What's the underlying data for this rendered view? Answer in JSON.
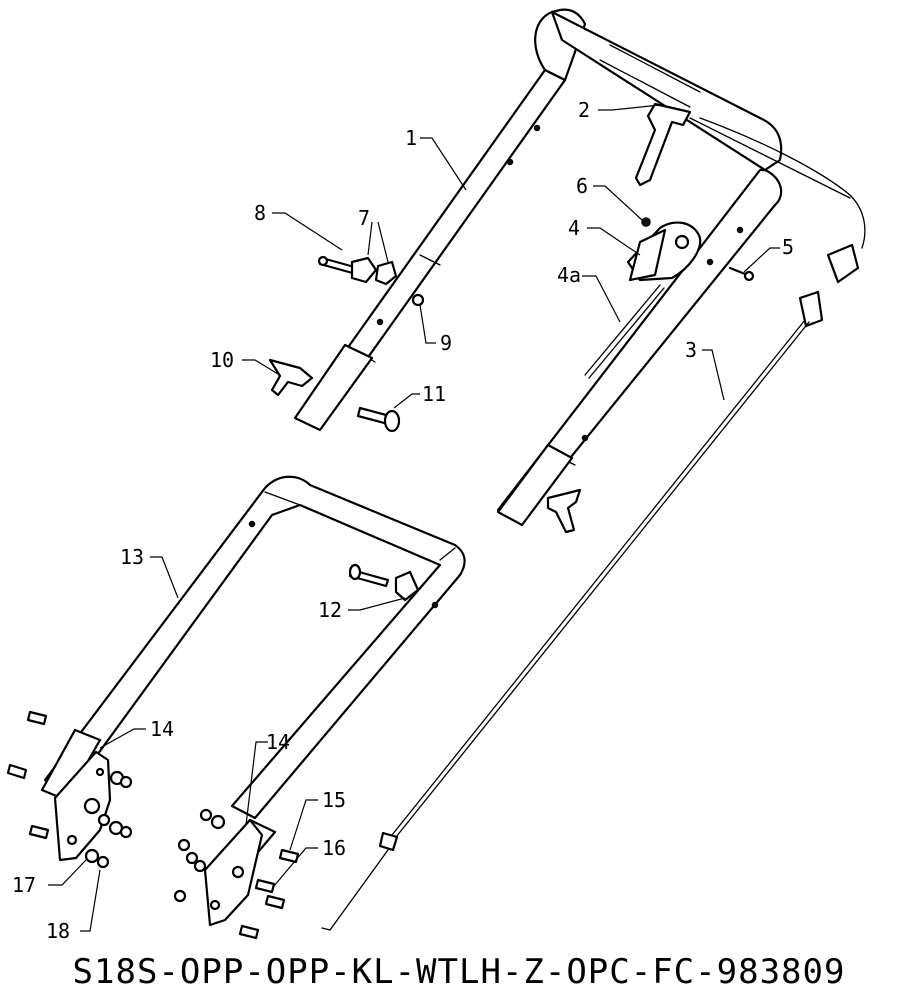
{
  "callouts": {
    "c1": "1",
    "c2": "2",
    "c3": "3",
    "c4": "4",
    "c4a": "4a",
    "c5": "5",
    "c6": "6",
    "c7": "7",
    "c8": "8",
    "c9": "9",
    "c10": "10",
    "c11": "11",
    "c12": "12",
    "c13": "13",
    "c14a": "14",
    "c14b": "14",
    "c15": "15",
    "c16": "16",
    "c17": "17",
    "c18": "18"
  },
  "footer": {
    "code": "S18S-OPP-OPP-KL-WTLH-Z-OPC-FC-983809"
  }
}
